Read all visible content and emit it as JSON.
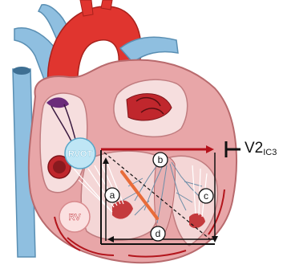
{
  "labels": {
    "rvot": "RVOT",
    "rv": "RV",
    "a": "a",
    "b": "b",
    "c": "c",
    "d": "d"
  },
  "lead": {
    "main": "V2",
    "sub": "IC3"
  },
  "colors": {
    "aorta_red": "#e0352f",
    "vessel_blue": "#8fbfe0",
    "myocardium": "#e8a6a8",
    "chamber_pink": "#f6dede",
    "rvot_circle": "#bfe6f5",
    "rv_circle": "#fbe0e0",
    "arrow_red": "#b5121b",
    "line_black": "#111111"
  }
}
